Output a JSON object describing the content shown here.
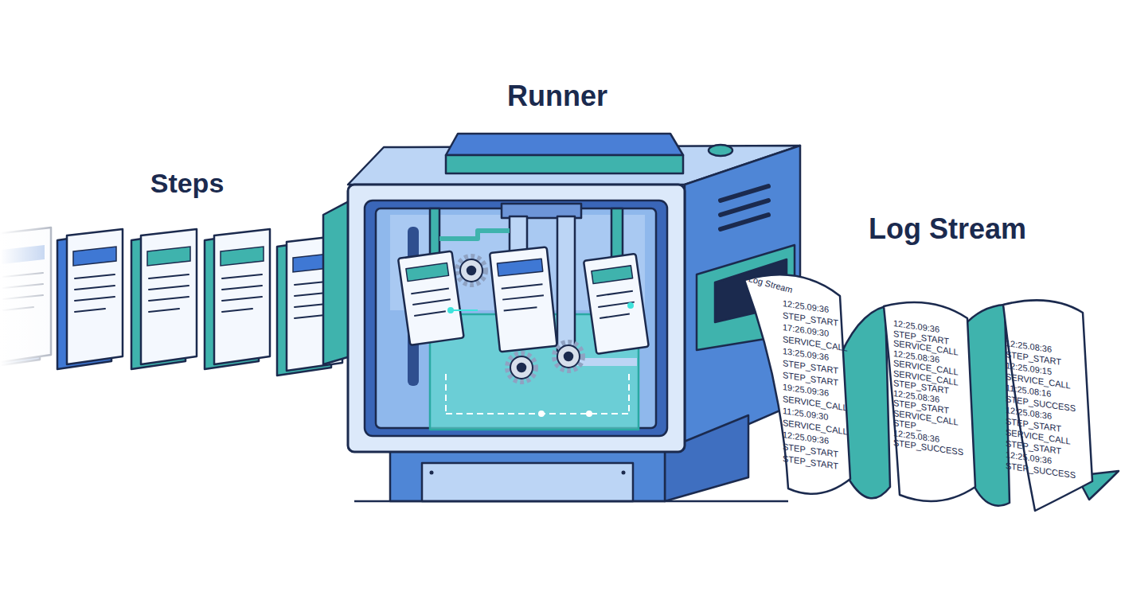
{
  "diagram": {
    "nodes": [
      {
        "text": [
          "Runner"
        ]
      },
      {
        "text": [
          "Log Stream",
          "Log Stream",
          "12:25.09:36 STEP_START 17:26.09:30 SERVICE_CALL 13:25.09:36 STEP_START STEP_START 19:25.09:36 SERVICE_CALL 11:25.09:30 SERVICE_CALL 12:25.09:36 STEP_START STEP_START",
          "12:25.09:36 STEP_START SERVICE_CALL 12:25.08:36 SERVICE_CALL SERVICE_CALL STEP_START 12:25.08:36 STEP_START SERVICE_CALL STEP_ 12:25.08:36 STEP_SUCCESS",
          "12:25.08:36 STEP_START 12:25.09:15 SERVICE_CALL 11:25.08:16 STEP_SUCCESS 12:25.08:36 STEP_START SERVICE_CALL STEP_START 12:25.09:36 STEP_SUCCESS"
        ]
      }
    ],
    "labels": [
      "Steps"
    ]
  }
}
